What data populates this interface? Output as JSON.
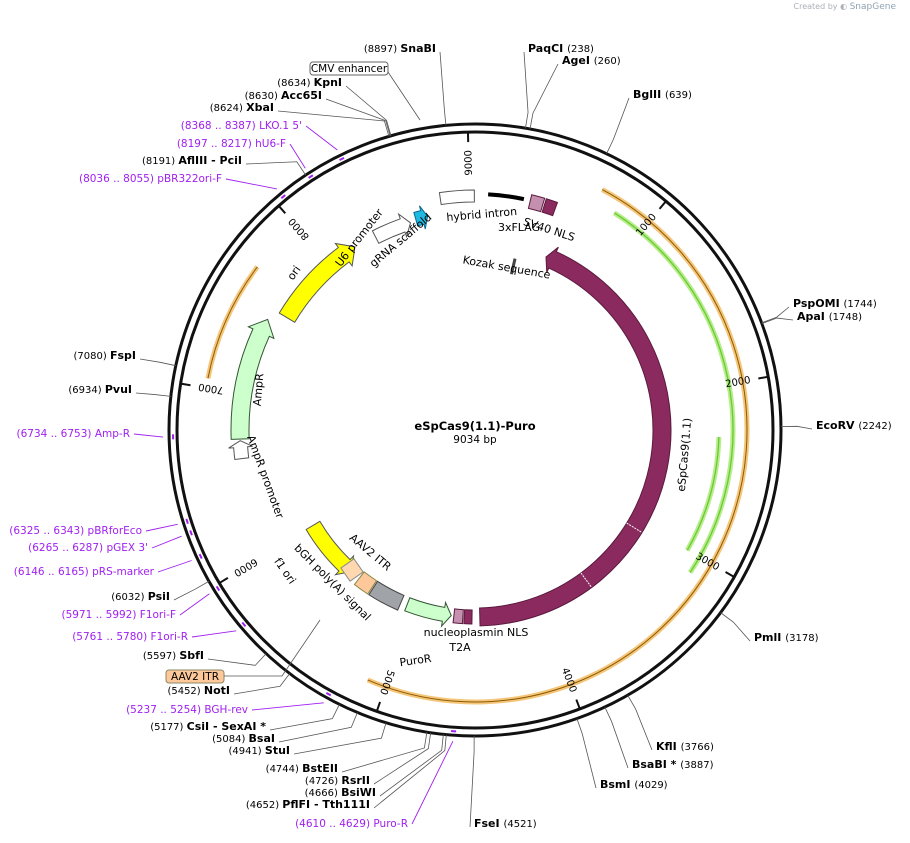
{
  "credit": {
    "prefix": "Created by",
    "brand": "SnapGene"
  },
  "plasmid": {
    "name": "eSpCas9(1.1)-Puro",
    "size_label": "9034 bp",
    "length": 9034
  },
  "ticks": [
    "1000",
    "2000",
    "3000",
    "4000",
    "5000",
    "6000",
    "7000",
    "8000",
    "9000"
  ],
  "colors": {
    "cas9": "#8b2a5e",
    "ori": "#ffff00",
    "ampr": "#ccffcc",
    "orange_arc": "#f5c57a",
    "green_arc": "#66cc33",
    "gRNA": "#1eb8e0",
    "primer": "#a020f0",
    "bgh": "#a0a4a8",
    "itr": "#ffd8b0"
  },
  "sites": [
    {
      "name": "SnaBI",
      "pos": "(8897)"
    },
    {
      "name": "PaqCI",
      "pos": "(238)"
    },
    {
      "name": "AgeI",
      "pos": "(260)"
    },
    {
      "name": "BglII",
      "pos": "(639)"
    },
    {
      "name": "PspOMI",
      "pos": "(1744)"
    },
    {
      "name": "ApaI",
      "pos": "(1748)"
    },
    {
      "name": "EcoRV",
      "pos": "(2242)"
    },
    {
      "name": "PmlI",
      "pos": "(3178)"
    },
    {
      "name": "KflI",
      "pos": "(3766)"
    },
    {
      "name": "BsaBI *",
      "pos": "(3887)"
    },
    {
      "name": "BsmI",
      "pos": "(4029)"
    },
    {
      "name": "FseI",
      "pos": "(4521)"
    },
    {
      "name": "PflFI - Tth111I",
      "pos": "(4652)"
    },
    {
      "name": "BsiWI",
      "pos": "(4666)"
    },
    {
      "name": "RsrII",
      "pos": "(4726)"
    },
    {
      "name": "BstEII",
      "pos": "(4744)"
    },
    {
      "name": "StuI",
      "pos": "(4941)"
    },
    {
      "name": "BsaI",
      "pos": "(5084)"
    },
    {
      "name": "CsiI - SexAI *",
      "pos": "(5177)"
    },
    {
      "name": "NotI",
      "pos": "(5452)"
    },
    {
      "name": "SbfI",
      "pos": "(5597)"
    },
    {
      "name": "PsiI",
      "pos": "(6032)"
    },
    {
      "name": "PvuI",
      "pos": "(6934)"
    },
    {
      "name": "FspI",
      "pos": "(7080)"
    },
    {
      "name": "AflIII - PciI",
      "pos": "(8191)"
    },
    {
      "name": "XbaI",
      "pos": "(8624)"
    },
    {
      "name": "Acc65I",
      "pos": "(8630)"
    },
    {
      "name": "KpnI",
      "pos": "(8634)"
    }
  ],
  "primers": [
    "(8368 .. 8387)  LKO.1 5'",
    "(8197 .. 8217)  hU6-F",
    "(8036 .. 8055)  pBR322ori-F",
    "(6734 .. 6753)  Amp-R",
    "(6325 .. 6343)  pBRforEco",
    "(6265 .. 6287)  pGEX 3'",
    "(6146 .. 6165)  pRS-marker",
    "(5971 .. 5992)  F1ori-F",
    "(5761 .. 5780)  F1ori-R",
    "(5237 .. 5254)  BGH-rev",
    "(4610 .. 4629)  Puro-R"
  ],
  "boxed_labels": [
    "CMV enhancer",
    "AAV2 ITR"
  ],
  "features": {
    "hybrid_intron": "hybrid intron",
    "sv40_nls": "SV40 NLS",
    "flag": "3xFLAG",
    "kozak": "Kozak sequence",
    "u6": "U6 promoter",
    "grna": "gRNA scaffold",
    "ori": "ori",
    "ampr": "AmpR",
    "ampr_promoter": "AmpR promoter",
    "cas9": "eSpCas9(1.1)",
    "aav2_itr": "AAV2 ITR",
    "bgh": "bGH poly(A) signal",
    "f1ori": "f1 ori",
    "nucleoplasmin": "nucleoplasmin NLS",
    "t2a": "T2A",
    "puror": "PuroR"
  }
}
